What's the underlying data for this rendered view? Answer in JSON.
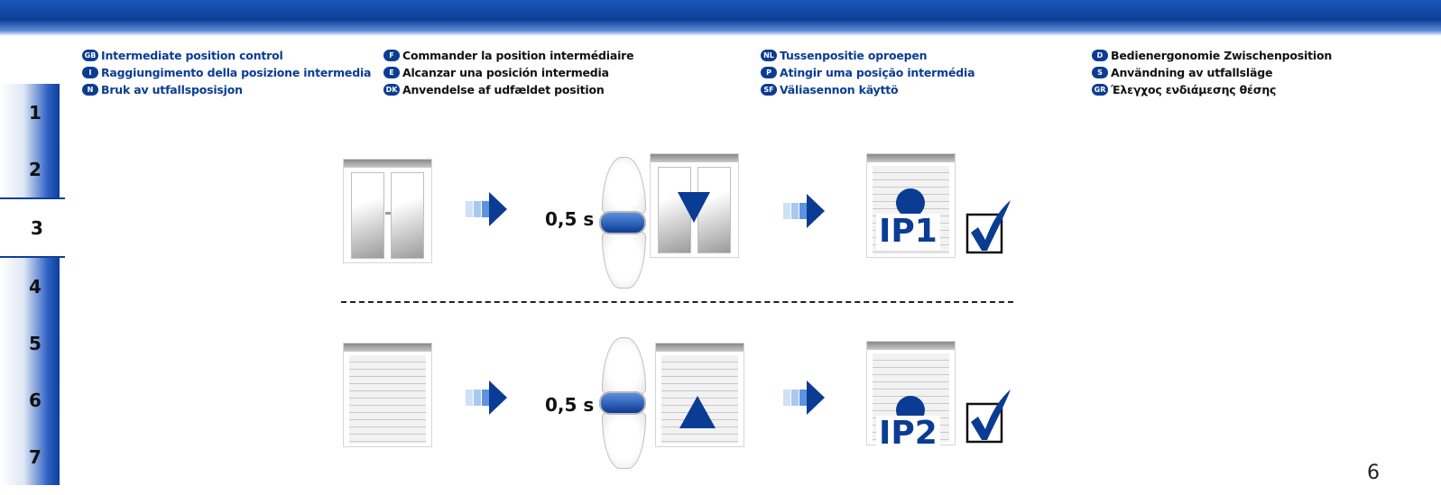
{
  "chapters": [
    "1",
    "2",
    "3",
    "4",
    "5",
    "6",
    "7"
  ],
  "active_chapter": "3",
  "languages": [
    {
      "column": 1,
      "color": "blue",
      "items": [
        {
          "code": "GB",
          "text": "Intermediate position control"
        },
        {
          "code": "I",
          "text": "Raggiungimento della posizione intermedia"
        },
        {
          "code": "N",
          "text": "Bruk av utfallsposisjon"
        }
      ]
    },
    {
      "column": 2,
      "color": "black",
      "items": [
        {
          "code": "F",
          "text": "Commander la position intermédiaire"
        },
        {
          "code": "E",
          "text": "Alcanzar una posición intermedia"
        },
        {
          "code": "DK",
          "text": "Anvendelse af udfældet position"
        }
      ]
    },
    {
      "column": 3,
      "color": "blue",
      "items": [
        {
          "code": "NL",
          "text": "Tussenpositie oproepen"
        },
        {
          "code": "P",
          "text": "Atingir uma posição intermédia"
        },
        {
          "code": "SF",
          "text": "Väliasennon käyttö"
        }
      ]
    },
    {
      "column": 4,
      "color": "black",
      "items": [
        {
          "code": "D",
          "text": "Bedienergonomie Zwischenposition"
        },
        {
          "code": "S",
          "text": "Användning av utfallsläge"
        },
        {
          "code": "GR",
          "text": "Έλεγχος ενδιάμεσης θέσης"
        }
      ]
    }
  ],
  "steps": [
    {
      "duration": "0,5 s",
      "pressed_button": "stop",
      "motion": "down",
      "result_label": "IP1"
    },
    {
      "duration": "0,5 s",
      "pressed_button": "stop",
      "motion": "up",
      "result_label": "IP2"
    }
  ],
  "page_number": "6",
  "colors": {
    "accent": "#0b3c93",
    "arrow_light": "#a9c8f0",
    "arrow_mid": "#5d93df"
  }
}
